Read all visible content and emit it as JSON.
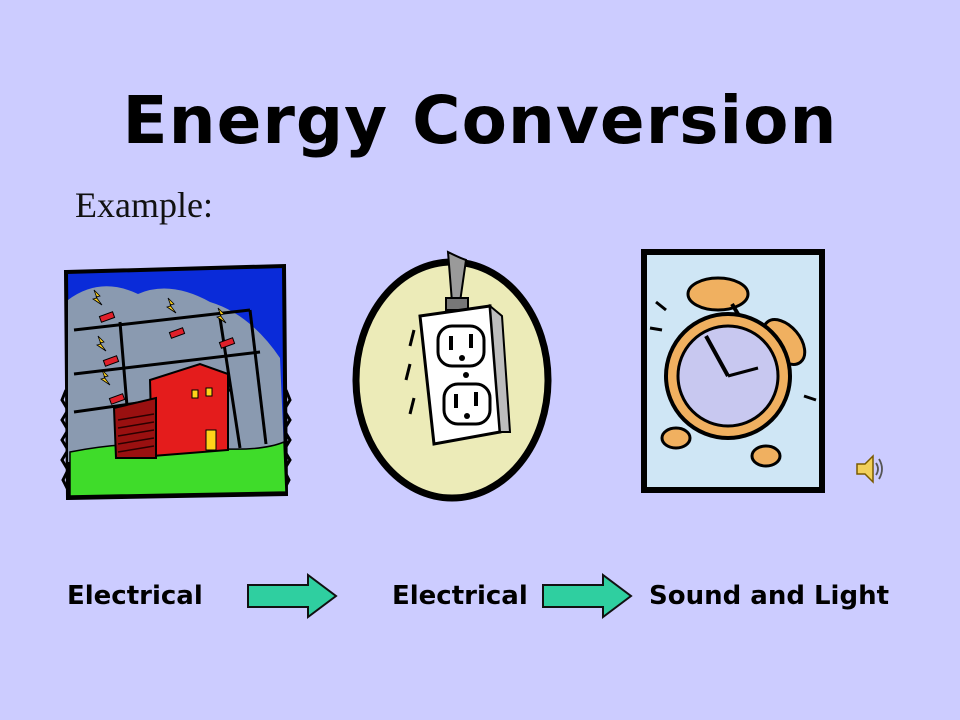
{
  "slide": {
    "title": "Energy Conversion",
    "subtitle": "Example:"
  },
  "captions": {
    "first": "Electrical",
    "second": "Electrical",
    "third": "Sound and Light"
  },
  "icons": {
    "power_plant": "power-plant-clipart",
    "outlet": "electrical-outlet-clipart",
    "clock": "alarm-clock-clipart",
    "sound": "speaker-sound-icon",
    "arrow": "right-arrow"
  },
  "colors": {
    "background": "#ccccff",
    "arrow_fill": "#2fcfa0",
    "arrow_stroke": "#111111"
  }
}
